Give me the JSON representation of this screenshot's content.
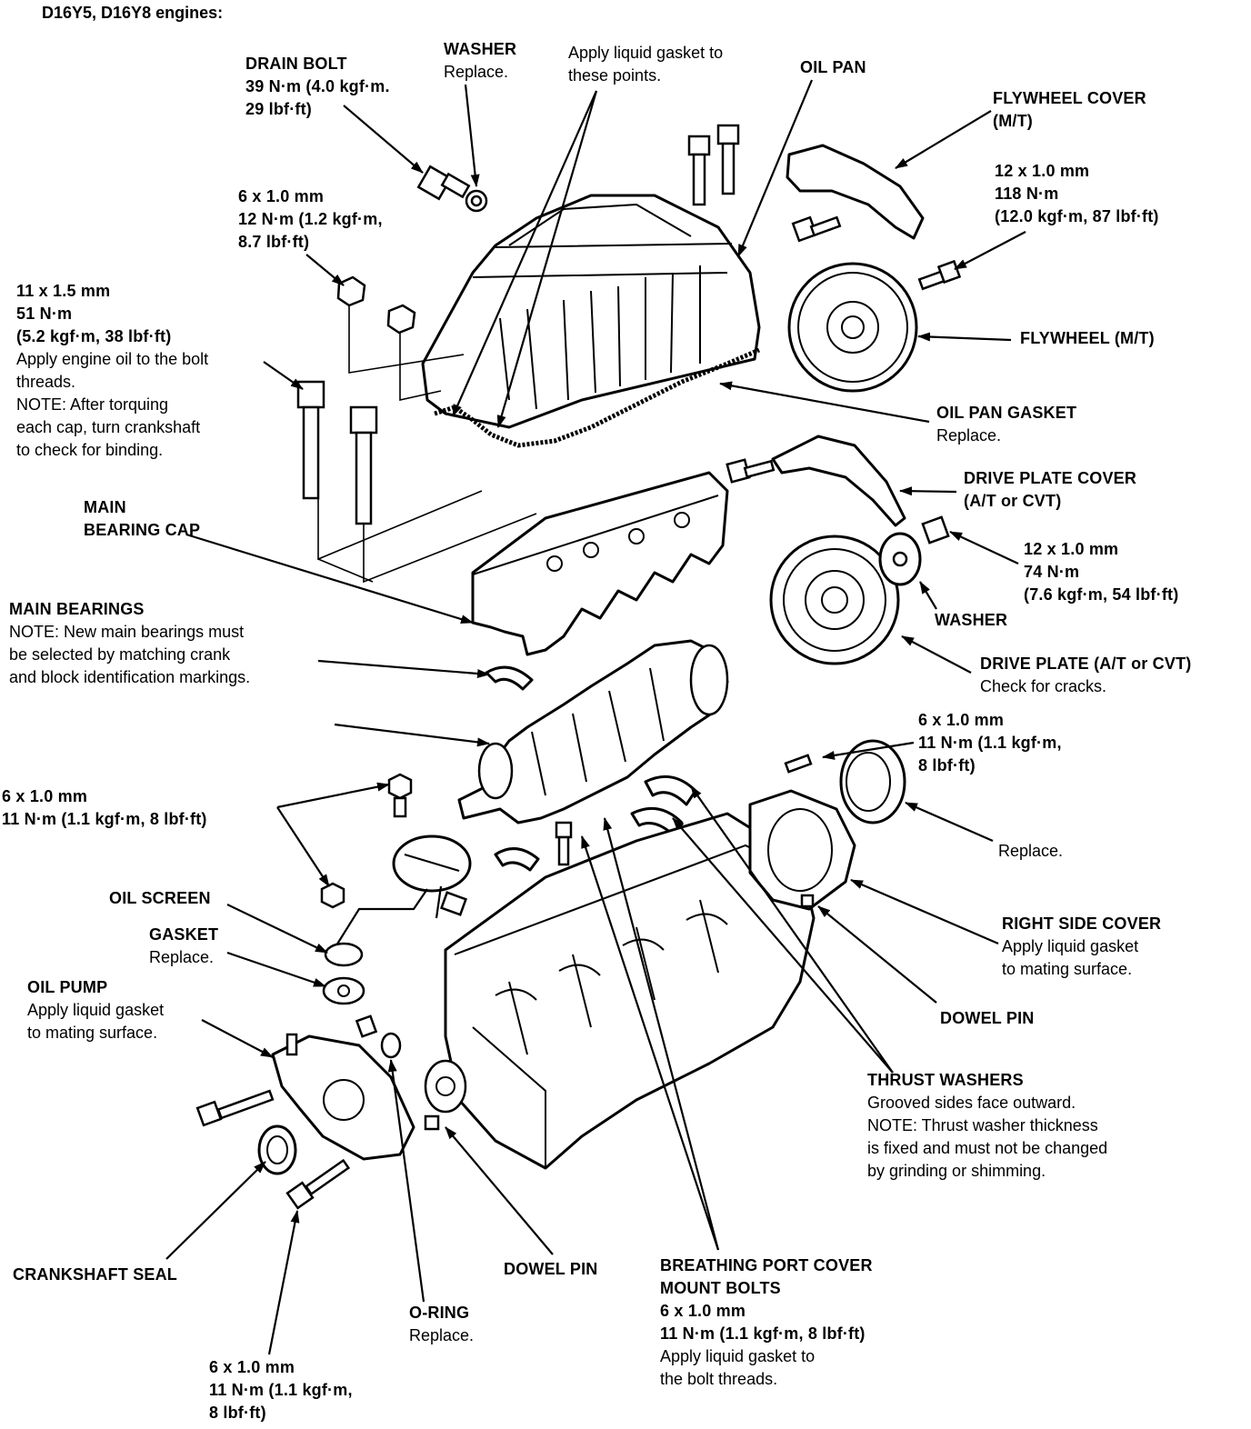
{
  "title": "D16Y5, D16Y8 engines:",
  "labels": {
    "drain_bolt": {
      "head": "DRAIN BOLT",
      "lines": [
        "39 N·m (4.0 kgf·m.",
        "29 lbf·ft)"
      ]
    },
    "washer_top": {
      "head": "WASHER",
      "lines": [
        "Replace."
      ]
    },
    "liquid_gasket": {
      "lines": [
        "Apply liquid gasket to",
        "these points."
      ]
    },
    "oil_pan": {
      "head": "OIL PAN"
    },
    "flywheel_cover": {
      "head": "FLYWHEEL COVER",
      "head2": "(M/T)"
    },
    "flywheel_bolt": {
      "lines": [
        "12 x 1.0 mm",
        "118 N·m",
        "(12.0 kgf·m, 87 lbf·ft)"
      ]
    },
    "flywheel": {
      "head": "FLYWHEEL (M/T)"
    },
    "bolt_6x1_top": {
      "lines": [
        "6 x 1.0 mm",
        "12 N·m (1.2 kgf·m,",
        "8.7 lbf·ft)"
      ]
    },
    "main_cap_bolt": {
      "bold": [
        "11 x 1.5 mm",
        "51 N·m",
        "(5.2 kgf·m, 38 lbf·ft)"
      ],
      "lines": [
        "Apply engine oil to the bolt",
        "threads.",
        "NOTE:  After torquing",
        "each cap, turn crankshaft",
        "to check for binding."
      ]
    },
    "oil_pan_gasket": {
      "head": "OIL PAN GASKET",
      "lines": [
        "Replace."
      ]
    },
    "drive_plate_cover": {
      "head": "DRIVE PLATE COVER",
      "head2": "(A/T or CVT)"
    },
    "main_bearing_cap": {
      "head": "MAIN",
      "head2": "BEARING CAP"
    },
    "drive_plate_bolt": {
      "lines": [
        "12 x 1.0 mm",
        "74 N·m",
        "(7.6 kgf·m, 54 lbf·ft)"
      ]
    },
    "washer_right": {
      "head": "WASHER"
    },
    "main_bearings": {
      "head": "MAIN BEARINGS",
      "lines": [
        "NOTE:  New main bearings must",
        "be selected by matching crank",
        "and block identification markings."
      ]
    },
    "drive_plate": {
      "head": "DRIVE PLATE (A/T or CVT)",
      "lines": [
        "Check for cracks."
      ]
    },
    "bolt_6x1_right": {
      "lines": [
        "6 x 1.0 mm",
        "11 N·m (1.1 kgf·m,",
        "8 lbf·ft)"
      ]
    },
    "bolt_6x1_left": {
      "lines": [
        "6 x 1.0 mm",
        "11 N·m (1.1 kgf·m, 8 lbf·ft)"
      ]
    },
    "seal_replace": {
      "lines": [
        "Replace."
      ]
    },
    "oil_screen": {
      "head": "OIL SCREEN"
    },
    "gasket": {
      "head": "GASKET",
      "lines": [
        "Replace."
      ]
    },
    "right_side_cover": {
      "head": "RIGHT SIDE COVER",
      "lines": [
        "Apply liquid gasket",
        "to mating surface."
      ]
    },
    "oil_pump": {
      "head": "OIL PUMP",
      "lines": [
        "Apply liquid gasket",
        "to mating surface."
      ]
    },
    "dowel_pin_right": {
      "head": "DOWEL PIN"
    },
    "thrust_washers": {
      "head": "THRUST WASHERS",
      "lines": [
        "Grooved sides face outward.",
        "NOTE:  Thrust washer thickness",
        "is fixed and must not be changed",
        "by grinding or shimming."
      ]
    },
    "crankshaft_seal": {
      "head": "CRANKSHAFT SEAL"
    },
    "dowel_pin_bottom": {
      "head": "DOWEL PIN"
    },
    "breathing_port": {
      "head": "BREATHING PORT COVER",
      "head2": "MOUNT BOLTS",
      "lines": [
        "6 x 1.0 mm",
        "11 N·m (1.1 kgf·m, 8 lbf·ft)",
        "Apply liquid gasket to",
        "the bolt threads."
      ]
    },
    "o_ring": {
      "head": "O-RING",
      "lines": [
        "Replace."
      ]
    },
    "bolt_6x1_bottom": {
      "lines": [
        "6 x 1.0 mm",
        "11 N·m (1.1 kgf·m,",
        "8 lbf·ft)"
      ]
    }
  }
}
